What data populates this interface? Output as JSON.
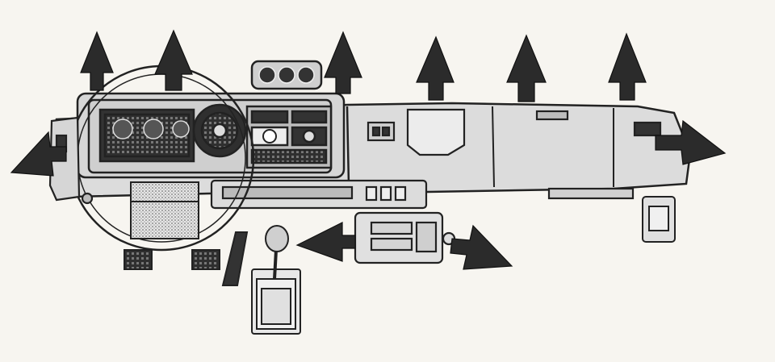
{
  "diagram": {
    "subject": "car-dashboard-air-vent-flow",
    "colors": {
      "paper": "#f7f5f0",
      "panel": "#dcdcdc",
      "ink": "#222222",
      "arrow": "#2b2b2b",
      "screen": "#cfcfcf"
    },
    "arrow_directions": [
      "up",
      "up",
      "up",
      "up",
      "up",
      "up",
      "left",
      "right",
      "left",
      "right"
    ],
    "icons": [
      "arrow-up-icon",
      "arrow-left-icon",
      "arrow-right-icon"
    ]
  }
}
